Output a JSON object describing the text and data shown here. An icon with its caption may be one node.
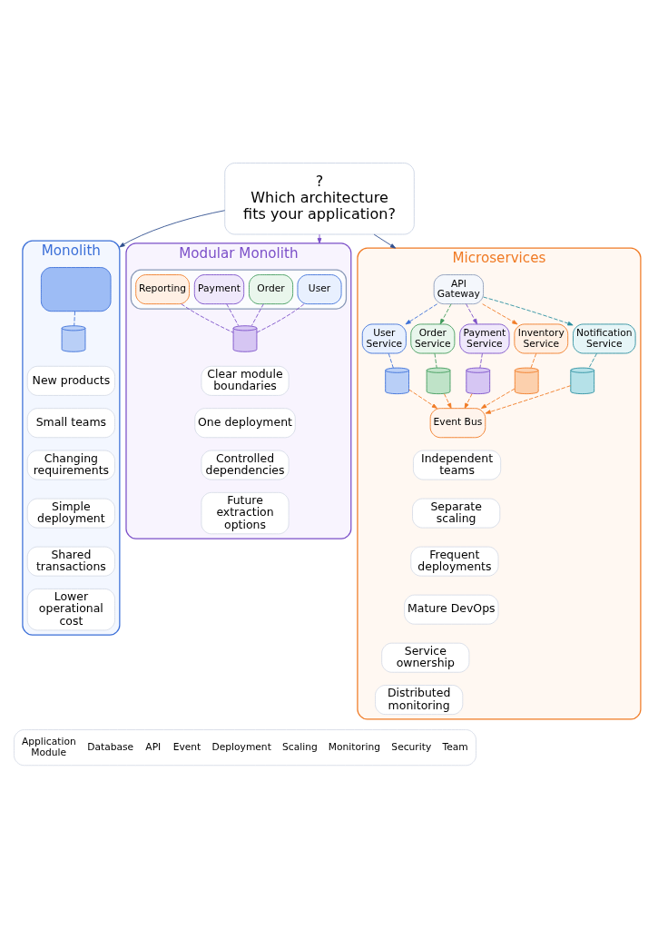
{
  "diagram": {
    "nodes": [
      {
        "text": [
          "?",
          "Which architecture fits your application?"
        ]
      },
      {
        "text": [
          "Monolith"
        ]
      },
      {
        "text": [],
        "shape": "box",
        "in": 1
      },
      {
        "text": [],
        "shape": "cylinder",
        "in": 1
      },
      {
        "text": [
          "New products"
        ],
        "in": 1
      },
      {
        "text": [
          "Small teams"
        ],
        "in": 1
      },
      {
        "text": [
          "Changing requirements"
        ],
        "in": 1
      },
      {
        "text": [
          "Simple deployment"
        ],
        "in": 1
      },
      {
        "text": [
          "Shared transactions"
        ],
        "in": 1
      },
      {
        "text": [
          "Lower operational cost"
        ],
        "in": 1
      },
      {
        "text": [
          "Modular Monolith"
        ]
      },
      {
        "text": [],
        "shape": "box",
        "in": 10
      },
      {
        "text": [
          "User"
        ],
        "in": 11
      },
      {
        "text": [
          "Order"
        ],
        "in": 11
      },
      {
        "text": [
          "Payment"
        ],
        "in": 11
      },
      {
        "text": [
          "Reporting"
        ],
        "in": 11
      },
      {
        "text": [],
        "shape": "cylinder",
        "in": 10
      },
      {
        "text": [
          "Clear module boundaries"
        ],
        "in": 10
      },
      {
        "text": [
          "One deployment"
        ],
        "in": 10
      },
      {
        "text": [
          "Controlled dependencies"
        ],
        "in": 10
      },
      {
        "text": [
          "Future extraction options"
        ],
        "in": 10
      },
      {
        "text": [
          "Microservices"
        ]
      },
      {
        "text": [
          "API Gateway"
        ],
        "in": 21
      },
      {
        "text": [
          "User Service"
        ],
        "in": 21
      },
      {
        "text": [
          "Order Service"
        ],
        "in": 21
      },
      {
        "text": [
          "Payment Service"
        ],
        "in": 21
      },
      {
        "text": [
          "Inventory Service"
        ],
        "in": 21
      },
      {
        "text": [
          "Notification Service"
        ],
        "in": 21
      },
      {
        "text": [],
        "shape": "cylinder",
        "in": 21
      },
      {
        "text": [],
        "shape": "cylinder",
        "in": 21
      },
      {
        "text": [],
        "shape": "cylinder",
        "in": 21
      },
      {
        "text": [],
        "shape": "cylinder",
        "in": 21
      },
      {
        "text": [],
        "shape": "cylinder",
        "in": 21
      },
      {
        "text": [
          "Event Bus"
        ],
        "in": 21
      },
      {
        "text": [
          "Independent teams"
        ],
        "in": 21
      },
      {
        "text": [
          "Separate scaling"
        ],
        "in": 21
      },
      {
        "text": [
          "Frequent deployments"
        ],
        "in": 21
      },
      {
        "text": [
          "Mature DevOps"
        ],
        "in": 21
      },
      {
        "text": [
          "Service ownership"
        ],
        "in": 21
      },
      {
        "text": [
          "Distributed monitoring"
        ],
        "in": 21
      }
    ],
    "edges": [
      {
        "from": 0,
        "to": 1,
        "arrow": "to",
        "color": "#2f4f8f"
      },
      {
        "from": 0,
        "to": 10,
        "arrow": "to",
        "color": "#7b4fc8"
      },
      {
        "from": 0,
        "to": 21,
        "arrow": "to",
        "color": "#2f4f8f"
      },
      {
        "from": 2,
        "to": 3,
        "arrow": "none",
        "style": "dashed",
        "color": "#3b6fd8"
      },
      {
        "from": 12,
        "to": 16,
        "arrow": "none",
        "style": "dashed",
        "color": "#7b4fc8"
      },
      {
        "from": 13,
        "to": 16,
        "arrow": "none",
        "style": "dashed",
        "color": "#7b4fc8"
      },
      {
        "from": 14,
        "to": 16,
        "arrow": "none",
        "style": "dashed",
        "color": "#7b4fc8"
      },
      {
        "from": 15,
        "to": 16,
        "arrow": "none",
        "style": "dashed",
        "color": "#7b4fc8"
      },
      {
        "from": 22,
        "to": 23,
        "arrow": "to",
        "style": "dashed",
        "color": "#3b6fd8"
      },
      {
        "from": 22,
        "to": 24,
        "arrow": "to",
        "style": "dashed",
        "color": "#3f9a5a"
      },
      {
        "from": 22,
        "to": 25,
        "arrow": "to",
        "style": "dashed",
        "color": "#7b4fc8"
      },
      {
        "from": 22,
        "to": 26,
        "arrow": "to",
        "style": "dashed",
        "color": "#f07a24"
      },
      {
        "from": 22,
        "to": 27,
        "arrow": "to",
        "style": "dashed",
        "color": "#2a8fa0"
      },
      {
        "from": 23,
        "to": 28,
        "arrow": "none",
        "style": "dashed",
        "color": "#3b6fd8"
      },
      {
        "from": 24,
        "to": 29,
        "arrow": "none",
        "style": "dashed",
        "color": "#3f9a5a"
      },
      {
        "from": 25,
        "to": 30,
        "arrow": "none",
        "style": "dashed",
        "color": "#7b4fc8"
      },
      {
        "from": 26,
        "to": 31,
        "arrow": "none",
        "style": "dashed",
        "color": "#f07a24"
      },
      {
        "from": 27,
        "to": 32,
        "arrow": "none",
        "style": "dashed",
        "color": "#2a8fa0"
      },
      {
        "from": 28,
        "to": 33,
        "arrow": "to",
        "style": "dashed",
        "color": "#f07a24"
      },
      {
        "from": 29,
        "to": 33,
        "arrow": "to",
        "style": "dashed",
        "color": "#f07a24"
      },
      {
        "from": 30,
        "to": 33,
        "arrow": "to",
        "style": "dashed",
        "color": "#f07a24"
      },
      {
        "from": 31,
        "to": 33,
        "arrow": "to",
        "style": "dashed",
        "color": "#f07a24"
      },
      {
        "from": 32,
        "to": 33,
        "arrow": "to",
        "style": "dashed",
        "color": "#f07a24"
      }
    ],
    "legend": [
      {
        "text": "Application Module"
      },
      {
        "text": "Database"
      },
      {
        "text": "API"
      },
      {
        "text": "Event"
      },
      {
        "text": "Deployment"
      },
      {
        "text": "Scaling"
      },
      {
        "text": "Monitoring"
      },
      {
        "text": "Security"
      },
      {
        "text": "Team"
      }
    ]
  }
}
